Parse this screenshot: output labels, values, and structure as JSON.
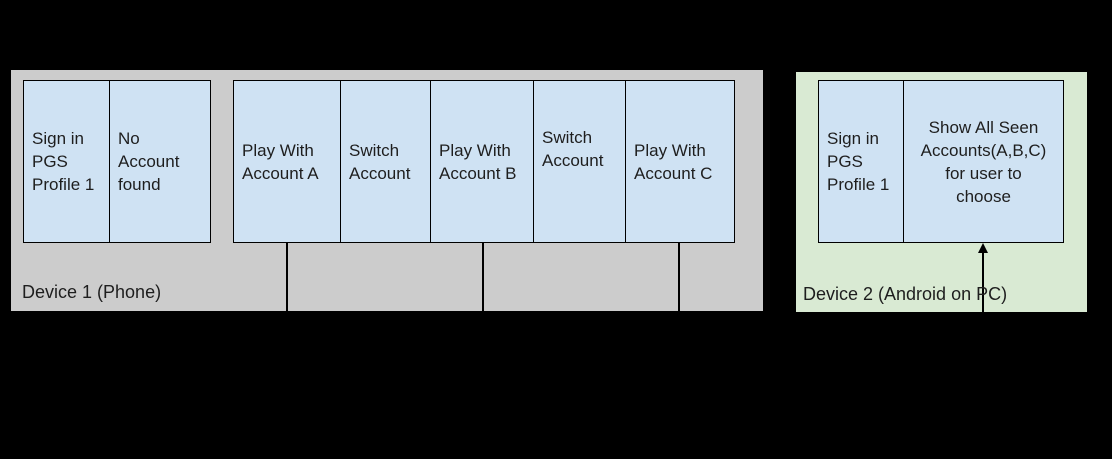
{
  "colors": {
    "page_bg": "#000000",
    "device1_bg": "#cccccc",
    "device2_bg": "#d9ead3",
    "box_fill": "#cfe2f3",
    "box_border": "#000000",
    "text": "#1e1e1e"
  },
  "device1": {
    "label": "Device 1 (Phone)",
    "signin_flow": [
      {
        "label": "Sign in\nPGS\nProfile 1"
      },
      {
        "label": "No\nAccount\nfound"
      }
    ],
    "play_flow": [
      {
        "label": "Play With\nAccount A"
      },
      {
        "label": "Switch\nAccount"
      },
      {
        "label": "Play With\nAccount B"
      },
      {
        "label": "Switch\nAccount"
      },
      {
        "label": "Play With\nAccount C"
      }
    ]
  },
  "device2": {
    "label": "Device 2 (Android on PC)",
    "boxes": [
      {
        "label": "Sign in\nPGS\nProfile 1"
      },
      {
        "label": "Show All Seen\nAccounts(A,B,C)\nfor user to\nchoose"
      }
    ]
  }
}
